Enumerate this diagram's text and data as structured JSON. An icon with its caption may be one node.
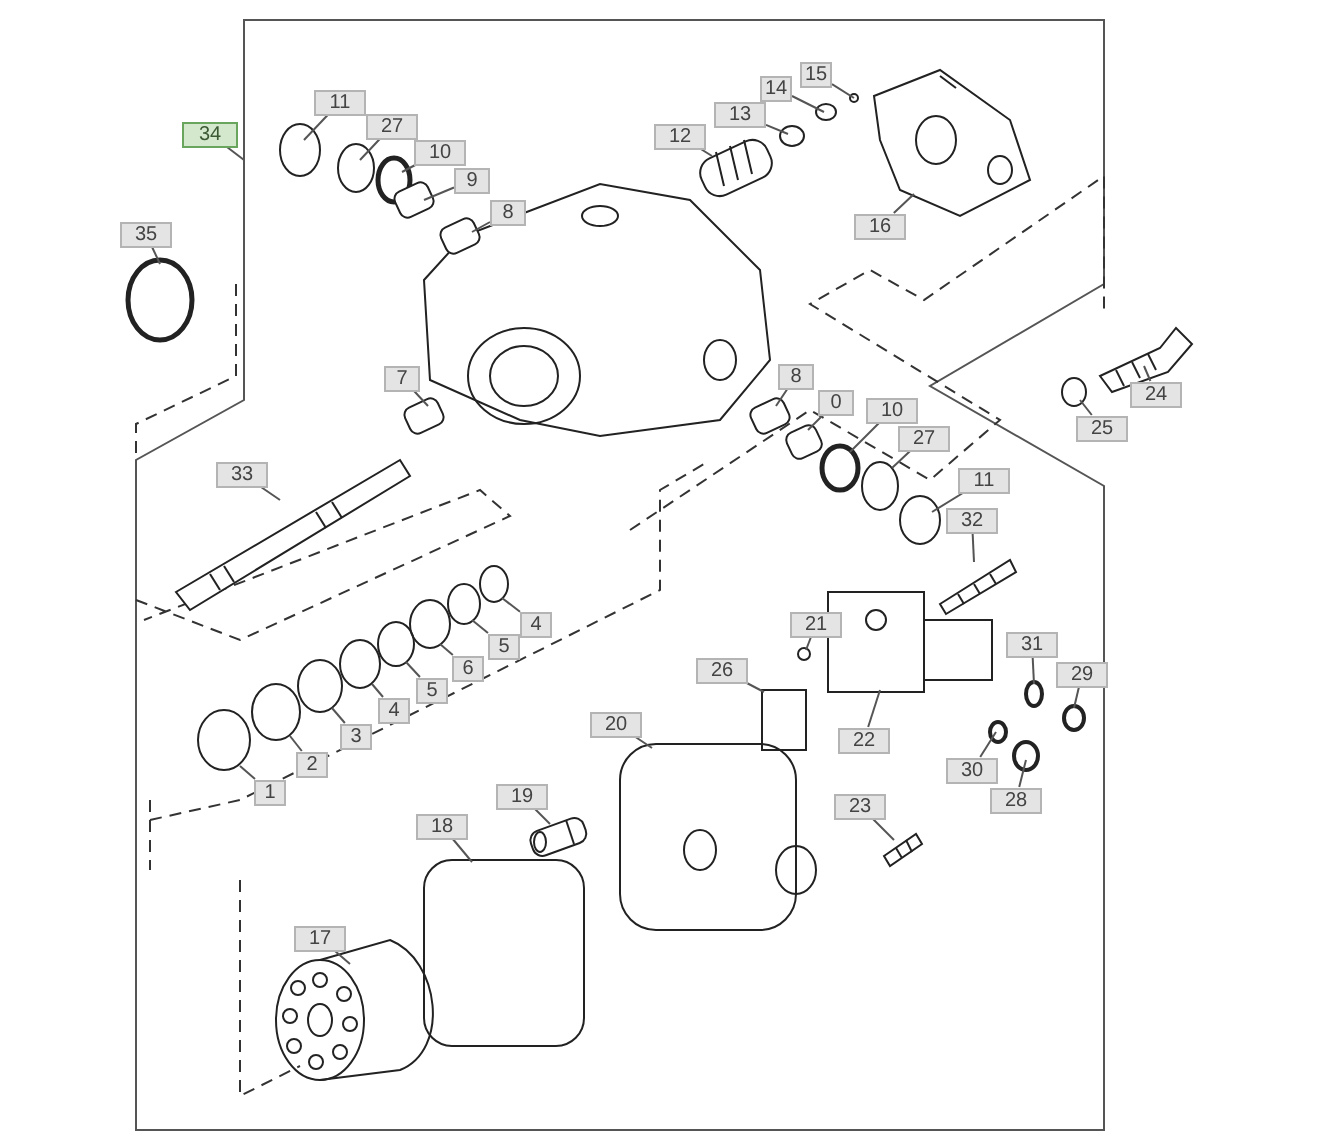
{
  "diagram": {
    "nodes": [
      {
        "text": [
          "11"
        ]
      },
      {
        "text": [
          "27"
        ]
      },
      {
        "text": [
          "15"
        ]
      },
      {
        "text": [
          "14"
        ]
      },
      {
        "text": [
          "13"
        ]
      },
      {
        "text": [
          "10"
        ]
      },
      {
        "text": [
          "12"
        ]
      },
      {
        "text": [
          "34"
        ]
      },
      {
        "text": [
          "9"
        ]
      },
      {
        "text": [
          "8"
        ]
      },
      {
        "text": [
          "16"
        ]
      },
      {
        "text": [
          "35"
        ]
      },
      {
        "text": [
          "7"
        ]
      },
      {
        "text": [
          "8"
        ]
      },
      {
        "text": [
          "24"
        ]
      },
      {
        "text": [
          "0"
        ]
      },
      {
        "text": [
          "10"
        ]
      },
      {
        "text": [
          "25"
        ]
      },
      {
        "text": [
          "27"
        ]
      },
      {
        "text": [
          "33"
        ]
      },
      {
        "text": [
          "11"
        ]
      },
      {
        "text": [
          "32"
        ]
      },
      {
        "text": [
          "4"
        ]
      },
      {
        "text": [
          "21"
        ]
      },
      {
        "text": [
          "5"
        ]
      },
      {
        "text": [
          "31"
        ]
      },
      {
        "text": [
          "6"
        ]
      },
      {
        "text": [
          "26"
        ]
      },
      {
        "text": [
          "29"
        ]
      },
      {
        "text": [
          "5"
        ]
      },
      {
        "text": [
          "4"
        ]
      },
      {
        "text": [
          "3"
        ]
      },
      {
        "text": [
          "20"
        ]
      },
      {
        "text": [
          "22"
        ]
      },
      {
        "text": [
          "2"
        ]
      },
      {
        "text": [
          "30"
        ]
      },
      {
        "text": [
          "1"
        ]
      },
      {
        "text": [
          "28"
        ]
      },
      {
        "text": [
          "19"
        ]
      },
      {
        "text": [
          "23"
        ]
      },
      {
        "text": [
          "18"
        ]
      },
      {
        "text": [
          "17"
        ]
      },
      {
        "text": [],
        "shape": "circle"
      },
      {
        "text": [],
        "shape": "circle"
      },
      {
        "text": [],
        "shape": "circle"
      },
      {
        "text": [],
        "shape": "circle"
      },
      {
        "text": [],
        "shape": "circle"
      },
      {
        "text": [],
        "shape": "circle"
      },
      {
        "text": [],
        "shape": "picture"
      },
      {
        "text": [],
        "shape": "box"
      },
      {
        "text": [],
        "shape": "box"
      },
      {
        "text": [],
        "shape": "picture"
      },
      {
        "text": [],
        "shape": "circle"
      },
      {
        "text": [],
        "shape": "box"
      },
      {
        "text": [],
        "shape": "box"
      },
      {
        "text": [],
        "shape": "picture"
      },
      {
        "text": [],
        "shape": "box"
      },
      {
        "text": [],
        "shape": "circle"
      },
      {
        "text": [],
        "shape": "circle"
      },
      {
        "text": [],
        "shape": "circle"
      },
      {
        "text": [],
        "shape": "picture"
      },
      {
        "text": [],
        "shape": "circle"
      },
      {
        "text": [],
        "shape": "picture"
      },
      {
        "text": [],
        "shape": "circle"
      },
      {
        "text": [],
        "shape": "circle"
      },
      {
        "text": [],
        "shape": "circle"
      },
      {
        "text": [],
        "shape": "circle"
      },
      {
        "text": [],
        "shape": "circle"
      },
      {
        "text": [],
        "shape": "box"
      },
      {
        "text": [],
        "shape": "circle"
      },
      {
        "text": [],
        "shape": "circle"
      },
      {
        "text": [],
        "shape": "circle"
      },
      {
        "text": [],
        "shape": "circle"
      },
      {
        "text": [],
        "shape": "picture"
      },
      {
        "text": [],
        "shape": "picture"
      },
      {
        "text": [],
        "shape": "circle"
      },
      {
        "text": [],
        "shape": "circle"
      },
      {
        "text": [],
        "shape": "circle"
      },
      {
        "text": [],
        "shape": "circle"
      },
      {
        "text": [],
        "shape": "picture"
      },
      {
        "text": [],
        "shape": "picture"
      },
      {
        "text": [],
        "shape": "box"
      },
      {
        "text": [],
        "shape": "picture"
      }
    ],
    "edges": [
      {
        "from": 0,
        "to": 42,
        "arrow": "none"
      },
      {
        "from": 1,
        "to": 43,
        "arrow": "none"
      },
      {
        "from": 2,
        "to": 44,
        "arrow": "none"
      },
      {
        "from": 3,
        "to": 45,
        "arrow": "none"
      },
      {
        "from": 4,
        "to": 46,
        "arrow": "none"
      },
      {
        "from": 5,
        "to": 47,
        "arrow": "none"
      },
      {
        "from": 6,
        "to": 48,
        "arrow": "none"
      },
      {
        "from": 7,
        "to": null,
        "arrow": "none"
      },
      {
        "from": 8,
        "to": 49,
        "arrow": "none"
      },
      {
        "from": 9,
        "to": 50,
        "arrow": "none"
      },
      {
        "from": 10,
        "to": 51,
        "arrow": "none"
      },
      {
        "from": 11,
        "to": 52,
        "arrow": "none"
      },
      {
        "from": 12,
        "to": 53,
        "arrow": "none"
      },
      {
        "from": 13,
        "to": 54,
        "arrow": "none"
      },
      {
        "from": 14,
        "to": 55,
        "arrow": "none"
      },
      {
        "from": 15,
        "to": 56,
        "arrow": "none"
      },
      {
        "from": 16,
        "to": 57,
        "arrow": "none"
      },
      {
        "from": 17,
        "to": 58,
        "arrow": "none"
      },
      {
        "from": 18,
        "to": 59,
        "arrow": "none"
      },
      {
        "from": 19,
        "to": 60,
        "arrow": "none"
      },
      {
        "from": 20,
        "to": 61,
        "arrow": "none"
      },
      {
        "from": 21,
        "to": 62,
        "arrow": "none"
      },
      {
        "from": 22,
        "to": 63,
        "arrow": "none"
      },
      {
        "from": 23,
        "to": 64,
        "arrow": "none"
      },
      {
        "from": 24,
        "to": 65,
        "arrow": "none"
      },
      {
        "from": 25,
        "to": 66,
        "arrow": "none"
      },
      {
        "from": 26,
        "to": 67,
        "arrow": "none"
      },
      {
        "from": 27,
        "to": 68,
        "arrow": "none"
      },
      {
        "from": 28,
        "to": 69,
        "arrow": "none"
      },
      {
        "from": 29,
        "to": 70,
        "arrow": "none"
      },
      {
        "from": 30,
        "to": 71,
        "arrow": "none"
      },
      {
        "from": 31,
        "to": 72,
        "arrow": "none"
      },
      {
        "from": 32,
        "to": 73,
        "arrow": "none"
      },
      {
        "from": 33,
        "to": 74,
        "arrow": "none"
      },
      {
        "from": 34,
        "to": 75,
        "arrow": "none"
      },
      {
        "from": 35,
        "to": 76,
        "arrow": "none"
      },
      {
        "from": 36,
        "to": 77,
        "arrow": "none"
      },
      {
        "from": 37,
        "to": 78,
        "arrow": "none"
      },
      {
        "from": 38,
        "to": 79,
        "arrow": "none"
      },
      {
        "from": 39,
        "to": 80,
        "arrow": "none"
      },
      {
        "from": 40,
        "to": 81,
        "arrow": "none"
      },
      {
        "from": 41,
        "to": 82,
        "arrow": "none"
      }
    ]
  }
}
